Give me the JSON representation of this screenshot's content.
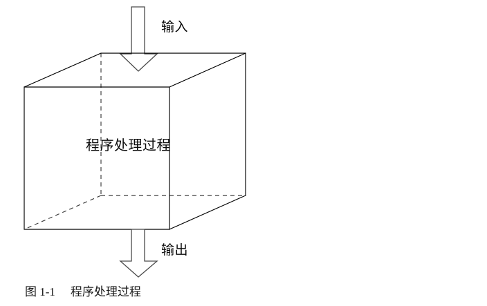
{
  "figure": {
    "caption_number": "图 1-1",
    "caption_title": "程序处理过程",
    "box_label": "程序处理过程",
    "input_label": "输入",
    "output_label": "输出",
    "colors": {
      "background": "#ffffff",
      "solid_edge": "#000000",
      "hidden_edge": "#3a3a3a",
      "arrow_stroke": "#4a4a4a",
      "arrow_fill": "#ffffff",
      "text": "#0a0a0a"
    },
    "icons": {
      "input_arrow": "down-arrow-icon",
      "output_arrow": "down-arrow-icon"
    }
  }
}
